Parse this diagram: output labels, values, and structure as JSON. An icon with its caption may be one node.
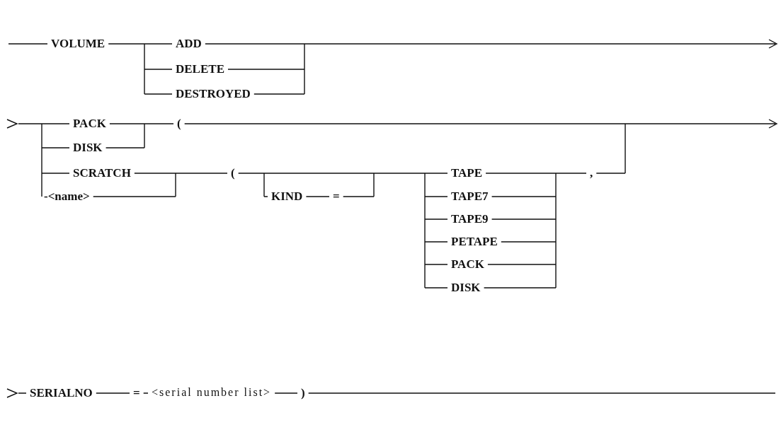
{
  "diagram": {
    "labels": [
      "VOLUME",
      "ADD",
      "DELETE",
      "DESTROYED",
      "PACK",
      "(",
      "DISK",
      "SCRATCH",
      "(",
      "TAPE",
      ",",
      "-<name>",
      "KIND",
      "=",
      "TAPE7",
      "TAPE9",
      "PETAPE",
      "PACK",
      "DISK",
      "SERIALNO",
      "=",
      "<serial number list>",
      ")"
    ]
  }
}
